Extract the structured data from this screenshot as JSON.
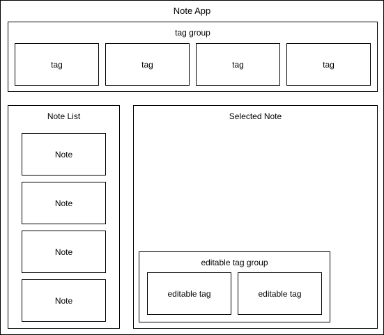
{
  "app": {
    "title": "Note App"
  },
  "tag_group": {
    "title": "tag group",
    "tags": [
      "tag",
      "tag",
      "tag",
      "tag"
    ]
  },
  "note_list": {
    "title": "Note List",
    "notes": [
      "Note",
      "Note",
      "Note",
      "Note"
    ]
  },
  "selected_note": {
    "title": "Selected Note",
    "editable_tag_group": {
      "title": "editable tag group",
      "tags": [
        "editable tag",
        "editable tag"
      ]
    }
  }
}
